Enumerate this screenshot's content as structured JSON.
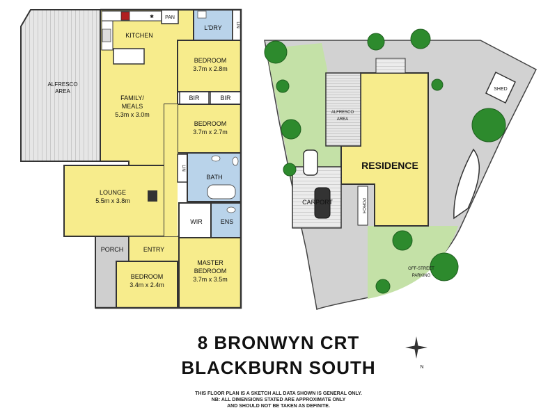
{
  "floorplan": {
    "alfresco": "ALFRESCO AREA",
    "kitchen": "KITCHEN",
    "pan": "PAN",
    "laundry": "L'DRY",
    "lin_top": "LIN",
    "lin_mid": "LIN",
    "bedroom1": "BEDROOM",
    "bedroom1_dim": "3.7m x 2.8m",
    "family": "FAMILY/",
    "meals": "MEALS",
    "family_dim": "5.3m x 3.0m",
    "bir1": "BIR",
    "bir2": "BIR",
    "bedroom2": "BEDROOM",
    "bedroom2_dim": "3.7m x 2.7m",
    "bath": "BATH",
    "lounge": "LOUNGE",
    "lounge_dim": "5.5m x 3.8m",
    "wir": "WIR",
    "ens": "ENS",
    "porch": "PORCH",
    "entry": "ENTRY",
    "master": "MASTER",
    "master2": "BEDROOM",
    "master_dim": "3.7m x 3.5m",
    "bedroom3": "BEDROOM",
    "bedroom3_dim": "3.4m x 2.4m"
  },
  "siteplan": {
    "residence": "RESIDENCE",
    "alfresco": "ALFRESCO AREA",
    "carport": "CARPORT",
    "porch": "PORCH",
    "shed": "SHED",
    "parking": "OFF-STREET PARKING"
  },
  "address": {
    "line1": "8 BRONWYN CRT",
    "line2": "BLACKBURN SOUTH"
  },
  "disclaimer": {
    "line1": "THIS FLOOR PLAN IS A SKETCH ALL DATA SHOWN IS GENERAL ONLY.",
    "line2": "NB: ALL DIMENSIONS STATED ARE APPROXIMATE ONLY",
    "line3": "AND SHOULD NOT BE TAKEN AS DEFINITE."
  },
  "compass": {
    "label": "N"
  },
  "colors": {
    "room": "#f7ec8c",
    "wet": "#b9d3ea",
    "grey": "#cfcfcf",
    "grass": "#c4e1a7",
    "wall": "#333333"
  }
}
